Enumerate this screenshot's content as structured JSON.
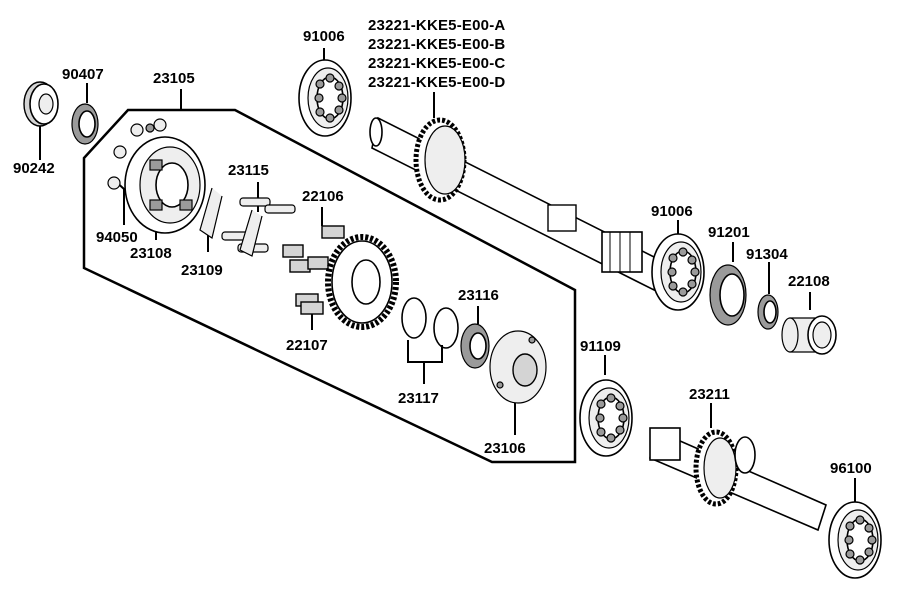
{
  "parts": {
    "p90242": "90242",
    "p90407": "90407",
    "p23105": "23105",
    "p94050": "94050",
    "p23108": "23108",
    "p23109": "23109",
    "p23115": "23115",
    "p22106": "22106",
    "p22107": "22107",
    "p23117": "23117",
    "p23116": "23116",
    "p23106": "23106",
    "p91006_top": "91006",
    "p23221_a": "23221-KKE5-E00-A",
    "p23221_b": "23221-KKE5-E00-B",
    "p23221_c": "23221-KKE5-E00-C",
    "p23221_d": "23221-KKE5-E00-D",
    "p91006_mid": "91006",
    "p91201": "91201",
    "p91304": "91304",
    "p22108": "22108",
    "p91109": "91109",
    "p23211": "23211",
    "p96100": "96100"
  }
}
